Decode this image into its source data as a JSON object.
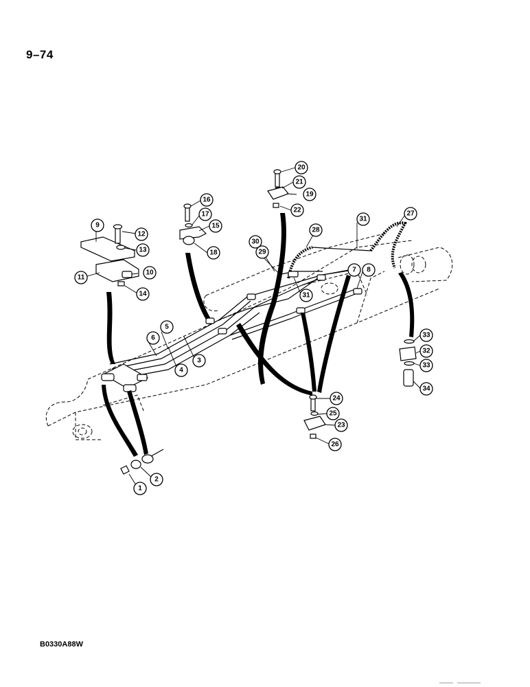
{
  "page_number": "9–74",
  "figure_code": "B0330A88W",
  "callouts": [
    "1",
    "2",
    "3",
    "4",
    "5",
    "6",
    "7",
    "8",
    "9",
    "10",
    "11",
    "12",
    "13",
    "14",
    "15",
    "16",
    "17",
    "18",
    "19",
    "20",
    "21",
    "22",
    "23",
    "24",
    "25",
    "26",
    "27",
    "28",
    "29",
    "30",
    "31",
    "31",
    "32",
    "33",
    "33",
    "34"
  ]
}
